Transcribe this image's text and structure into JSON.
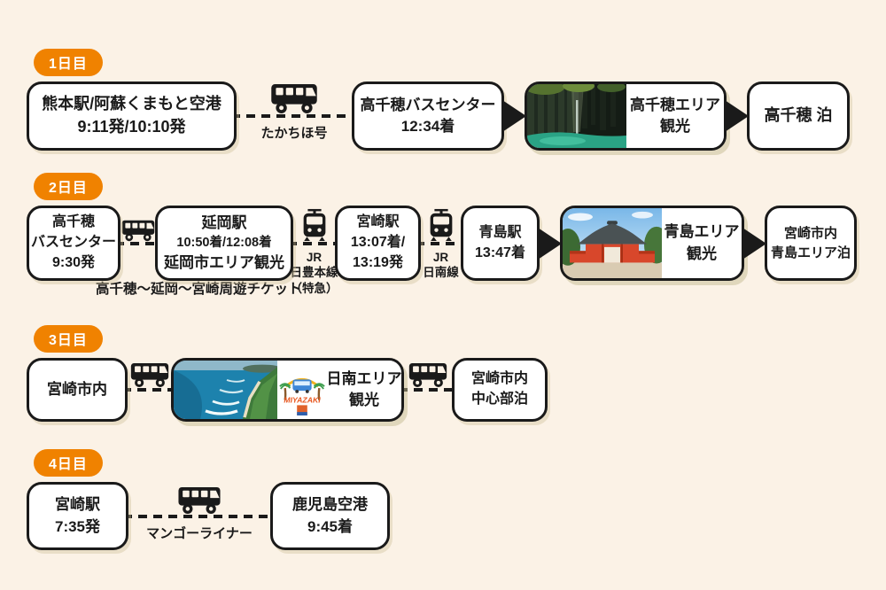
{
  "page": {
    "background_color": "#fbf2e6",
    "badge_color": "#f08200",
    "line_color": "#1a1a1a"
  },
  "days": [
    {
      "badge": "1日目",
      "stops": [
        {
          "lines": [
            "熊本駅/阿蘇くまもと空港",
            "9:11発/10:10発"
          ]
        },
        {
          "lines": [
            "高千穂バスセンター",
            "12:34着"
          ]
        }
      ],
      "legs": [
        {
          "mode": "bus",
          "label": "たかちほ号"
        }
      ],
      "activity": {
        "photo": "takachiho-gorge",
        "lines": [
          "高千穂エリア",
          "観光"
        ]
      },
      "stay": {
        "lines": [
          "高千穂 泊"
        ]
      }
    },
    {
      "badge": "2日目",
      "stops": [
        {
          "lines": [
            "高千穂",
            "バスセンター",
            "9:30発"
          ]
        },
        {
          "lines": [
            "延岡駅",
            "10:50着/12:08着",
            "延岡市エリア観光"
          ]
        },
        {
          "lines": [
            "宮崎駅",
            "13:07着/",
            "13:19発"
          ]
        },
        {
          "lines": [
            "青島駅",
            "13:47着"
          ]
        }
      ],
      "legs": [
        {
          "mode": "bus",
          "label": ""
        },
        {
          "mode": "train",
          "label_lines": [
            "JR",
            "日豊本線",
            "（特急）"
          ]
        },
        {
          "mode": "train",
          "label_lines": [
            "JR",
            "日南線"
          ]
        }
      ],
      "activity": {
        "photo": "aoshima-shrine",
        "lines": [
          "青島エリア",
          "観光"
        ]
      },
      "stay": {
        "lines": [
          "宮崎市内",
          "青島エリア泊"
        ]
      },
      "note": "高千穂～延岡～宮崎周遊チケット"
    },
    {
      "badge": "3日目",
      "stops": [
        {
          "lines": [
            "宮崎市内"
          ]
        }
      ],
      "legs": [
        {
          "mode": "bus"
        },
        {
          "mode": "bus"
        }
      ],
      "activity": {
        "photo": "nichinan-coast",
        "logo_text": "MIYAZAKI",
        "lines": [
          "日南エリア",
          "観光"
        ]
      },
      "stay": {
        "lines": [
          "宮崎市内",
          "中心部泊"
        ]
      }
    },
    {
      "badge": "4日目",
      "stops": [
        {
          "lines": [
            "宮崎駅",
            "7:35発"
          ]
        },
        {
          "lines": [
            "鹿児島空港",
            "9:45着"
          ]
        }
      ],
      "legs": [
        {
          "mode": "bus",
          "label": "マンゴーライナー"
        }
      ]
    }
  ]
}
